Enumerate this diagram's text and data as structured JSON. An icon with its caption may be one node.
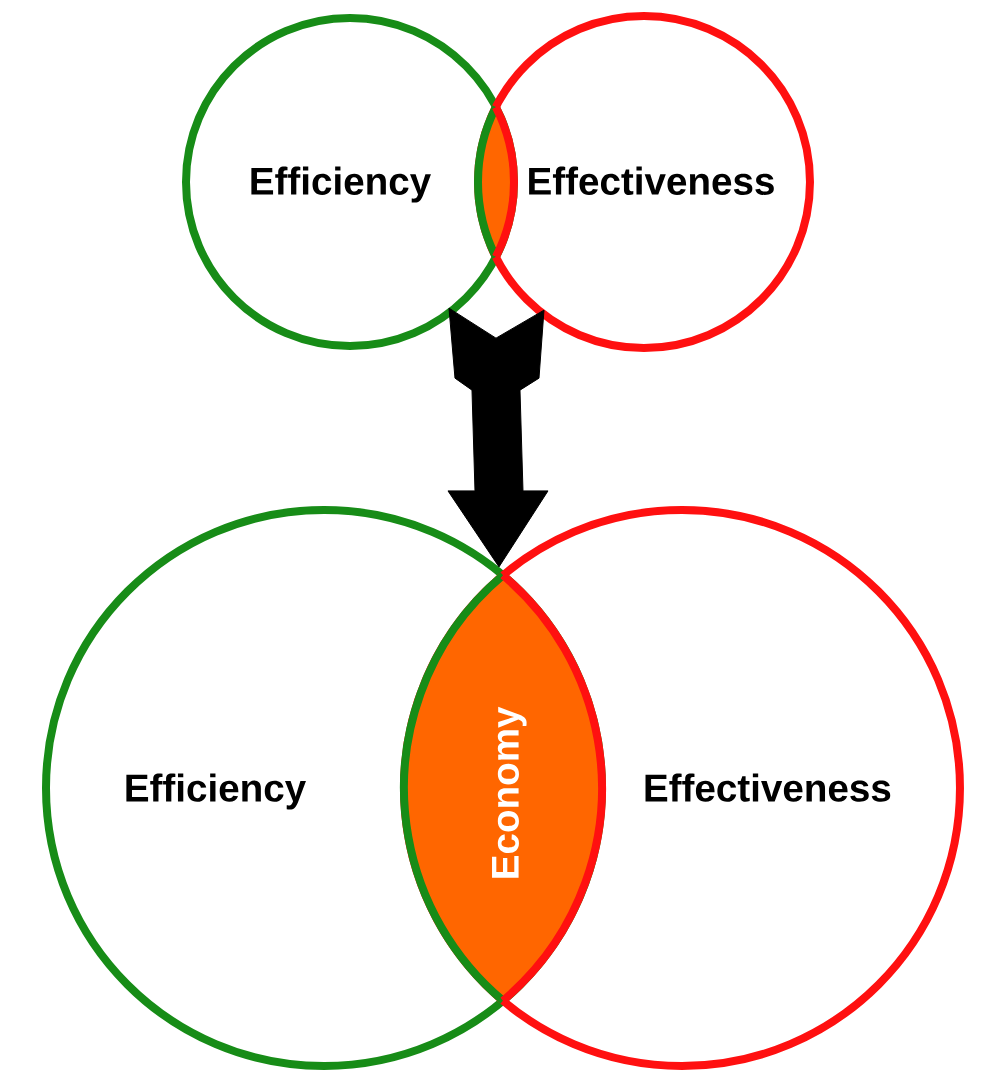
{
  "diagram": {
    "nodes": [
      {
        "text": [
          "Efficiency"
        ]
      },
      {
        "text": [],
        "shape": "lens"
      },
      {
        "text": [
          "Effectiveness"
        ]
      },
      {
        "text": [
          "Efficiency"
        ]
      },
      {
        "text": [
          "Economy"
        ]
      },
      {
        "text": [
          "Effectiveness"
        ]
      }
    ],
    "edges": [
      {
        "from": 1,
        "to": 4,
        "arrow": "to"
      }
    ]
  }
}
